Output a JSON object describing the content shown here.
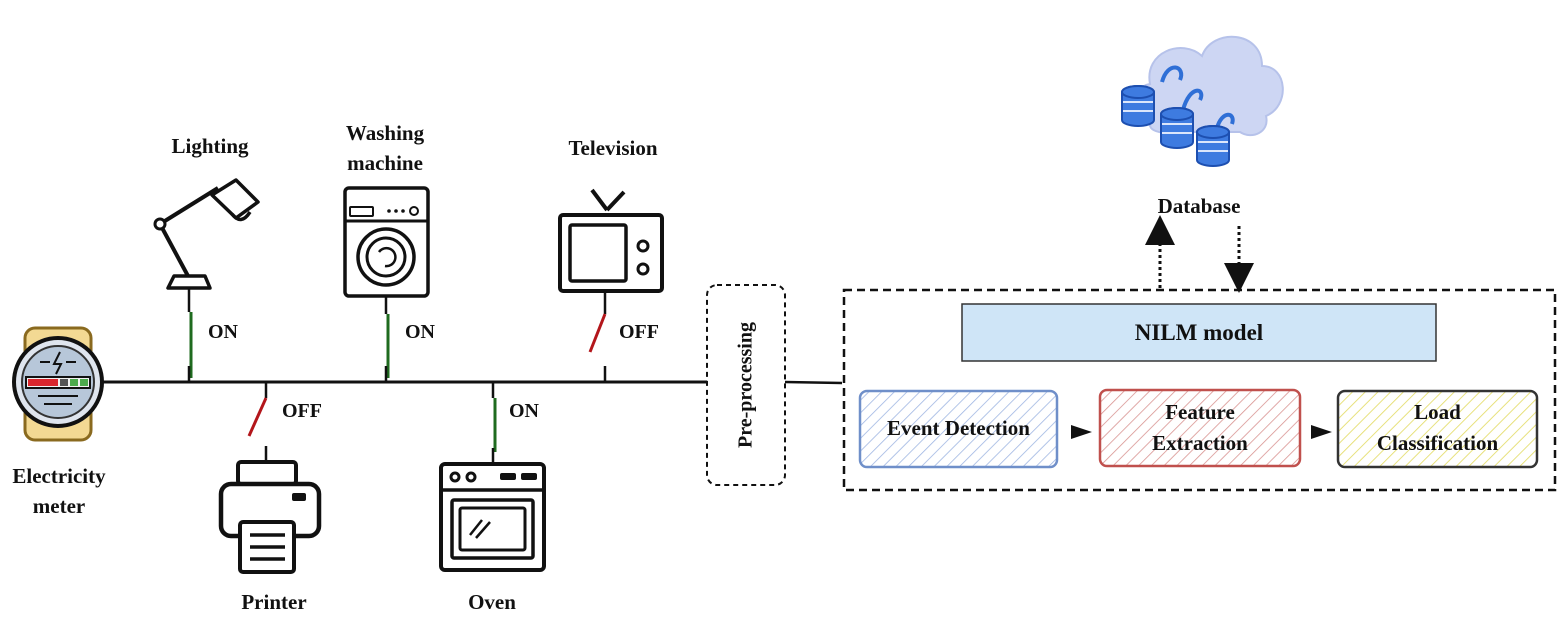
{
  "meter": {
    "label_line1": "Electricity",
    "label_line2": "meter"
  },
  "appliances": {
    "lighting": {
      "label": "Lighting",
      "state": "ON"
    },
    "washing": {
      "label_line1": "Washing",
      "label_line2": "machine",
      "state": "ON"
    },
    "television": {
      "label": "Television",
      "state": "OFF"
    },
    "printer": {
      "label": "Printer",
      "state": "OFF"
    },
    "oven": {
      "label": "Oven",
      "state": "ON"
    }
  },
  "preprocessing": {
    "label": "Pre-processing"
  },
  "database": {
    "label": "Database"
  },
  "nilm": {
    "title": "NILM model",
    "stages": [
      {
        "line1": "Event Detection",
        "line2": ""
      },
      {
        "line1": "Feature",
        "line2": "Extraction"
      },
      {
        "line1": "Load",
        "line2": "Classification"
      }
    ]
  },
  "colors": {
    "switch_on": "#1f6b1f",
    "switch_off": "#b3161b",
    "nilm_fill": "#cfe5f7",
    "event_border": "#6f8fc9",
    "feature_border": "#c0504d",
    "load_border": "#333333",
    "load_hatch": "#e7e07a",
    "database_blue": "#2f6fd6",
    "cloud": "#c9d3f2"
  }
}
